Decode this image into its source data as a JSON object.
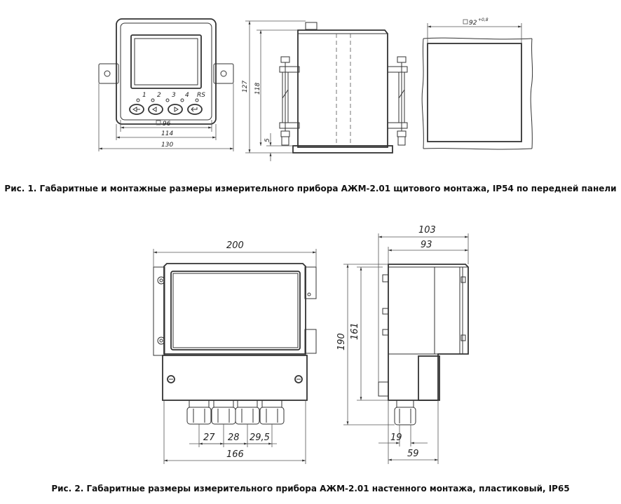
{
  "fig1": {
    "caption": "Рис. 1. Габаритные и монтажные размеры измерительного прибора АЖМ-2.01 щитового монтажа, IP54 по передней панели",
    "front": {
      "buttons": [
        "1",
        "2",
        "3",
        "4",
        "RS"
      ],
      "dims": {
        "screen": "96",
        "mount": "114",
        "total": "130"
      },
      "square_symbol": "□"
    },
    "side": {
      "dims": {
        "height_total": "127",
        "height_body": "118",
        "bottom": "5"
      }
    },
    "cutout": {
      "dim": "92",
      "tolerance": "+0,8"
    }
  },
  "fig2": {
    "caption": "Рис. 2. Габаритные размеры измерительного прибора АЖМ-2.01 настенного монтажа, пластиковый, IP65",
    "front": {
      "dims": {
        "width_top": "200",
        "glands": [
          "27",
          "28",
          "29,5"
        ],
        "width_bottom": "166"
      }
    },
    "side": {
      "dims": {
        "depth_total": "103",
        "depth_body": "93",
        "height_total": "190",
        "height_body": "161",
        "gland": "19",
        "bottom_depth": "59"
      }
    }
  }
}
